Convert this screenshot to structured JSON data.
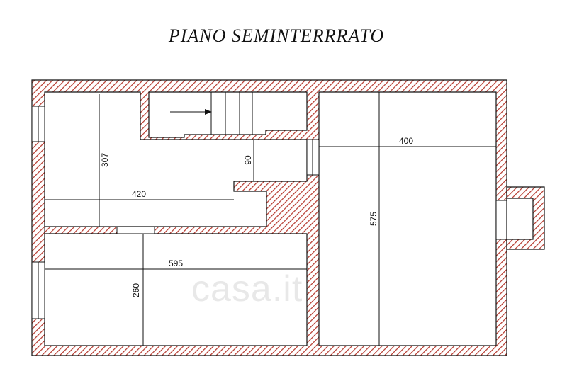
{
  "title": "PIANO SEMINTERRRATO",
  "watermark": "casa.it",
  "wall_color": "#b5372c",
  "line_color": "#111111",
  "dimensions": {
    "left_upper_height": "307",
    "left_upper_width": "420",
    "corridor_gap": "90",
    "left_lower_width": "595",
    "left_lower_height": "260",
    "right_width": "400",
    "right_height": "575"
  }
}
